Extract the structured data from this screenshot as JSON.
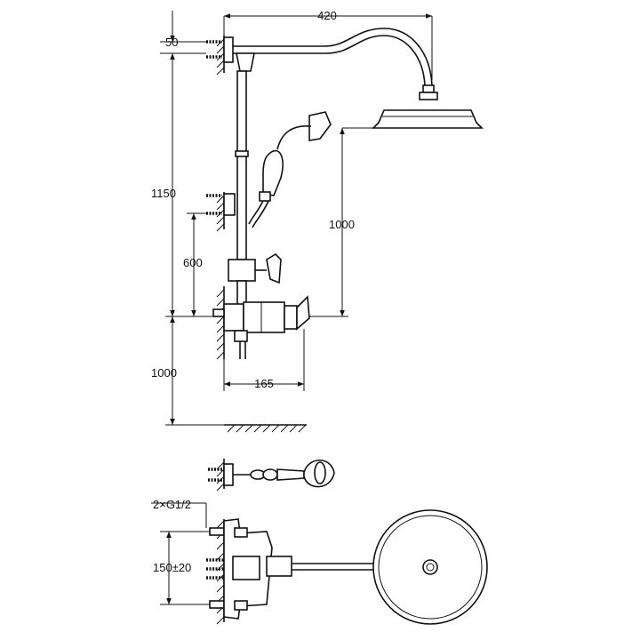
{
  "title": "",
  "dimensions": {
    "width_head_reach": "420",
    "height_top_offset": "50",
    "height_column": "1150",
    "height_head_above_valve": "1000",
    "height_lower_bracket": "600",
    "height_valve_from_floor": "1000",
    "depth_valve": "165",
    "inlet_thread": "2×G1/2",
    "inlet_spacing": "150±20"
  }
}
